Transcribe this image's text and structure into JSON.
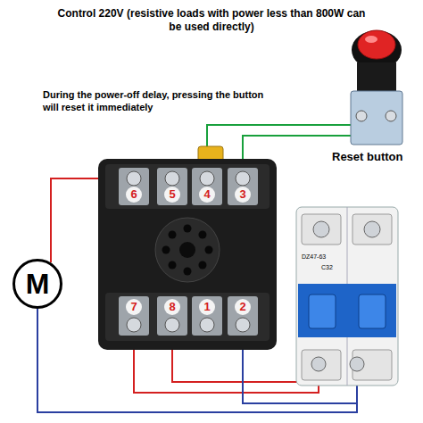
{
  "diagram": {
    "title": "Control 220V (resistive loads with power less than 800W can be used directly)",
    "nodes": [
      {
        "text": [
          "M"
        ]
      }
    ],
    "labels": [
      "During the power-off delay, pressing the button will reset it immediately",
      "Reset button",
      "6",
      "5",
      "4",
      "3",
      "7",
      "8",
      "1",
      "2",
      "DZ47-63",
      "C32"
    ]
  }
}
